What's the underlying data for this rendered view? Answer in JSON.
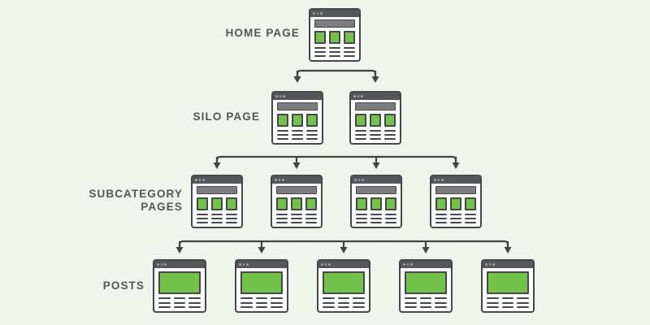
{
  "diagram": {
    "name": "website-silo-structure",
    "background_color": "#eff5ec",
    "window_fill_color": "#ffffff",
    "window_line_color": "#45474a",
    "window_chrome_color": "#55565a",
    "titlebar_dot_color": "#9a9c9f",
    "header_bar_color": "#7c7d80",
    "accent_green": "#72c24c",
    "connector_color": "#3e4440",
    "label_color": "#53555a",
    "levels": [
      {
        "id": "home-page",
        "label": "HOME PAGE",
        "label_lines": [
          "HOME PAGE"
        ],
        "node_type": "browser-grid-window",
        "node_count": 1
      },
      {
        "id": "silo-page",
        "label": "SILO PAGE",
        "label_lines": [
          "SILO PAGE"
        ],
        "node_type": "browser-grid-window",
        "node_count": 2
      },
      {
        "id": "subcategory-pages",
        "label": "SUBCATEGORY PAGES",
        "label_lines": [
          "SUBCATEGORY",
          "PAGES"
        ],
        "node_type": "browser-grid-window",
        "node_count": 4
      },
      {
        "id": "posts",
        "label": "POSTS",
        "label_lines": [
          "POSTS"
        ],
        "node_type": "browser-hero-window",
        "node_count": 5
      }
    ],
    "connections": [
      {
        "from": "home-page",
        "to": "silo-page",
        "arrow_count": 2
      },
      {
        "from": "silo-page",
        "to": "subcategory-pages",
        "arrow_count": 4
      },
      {
        "from": "subcategory-pages",
        "to": "posts",
        "arrow_count": 5
      }
    ]
  }
}
